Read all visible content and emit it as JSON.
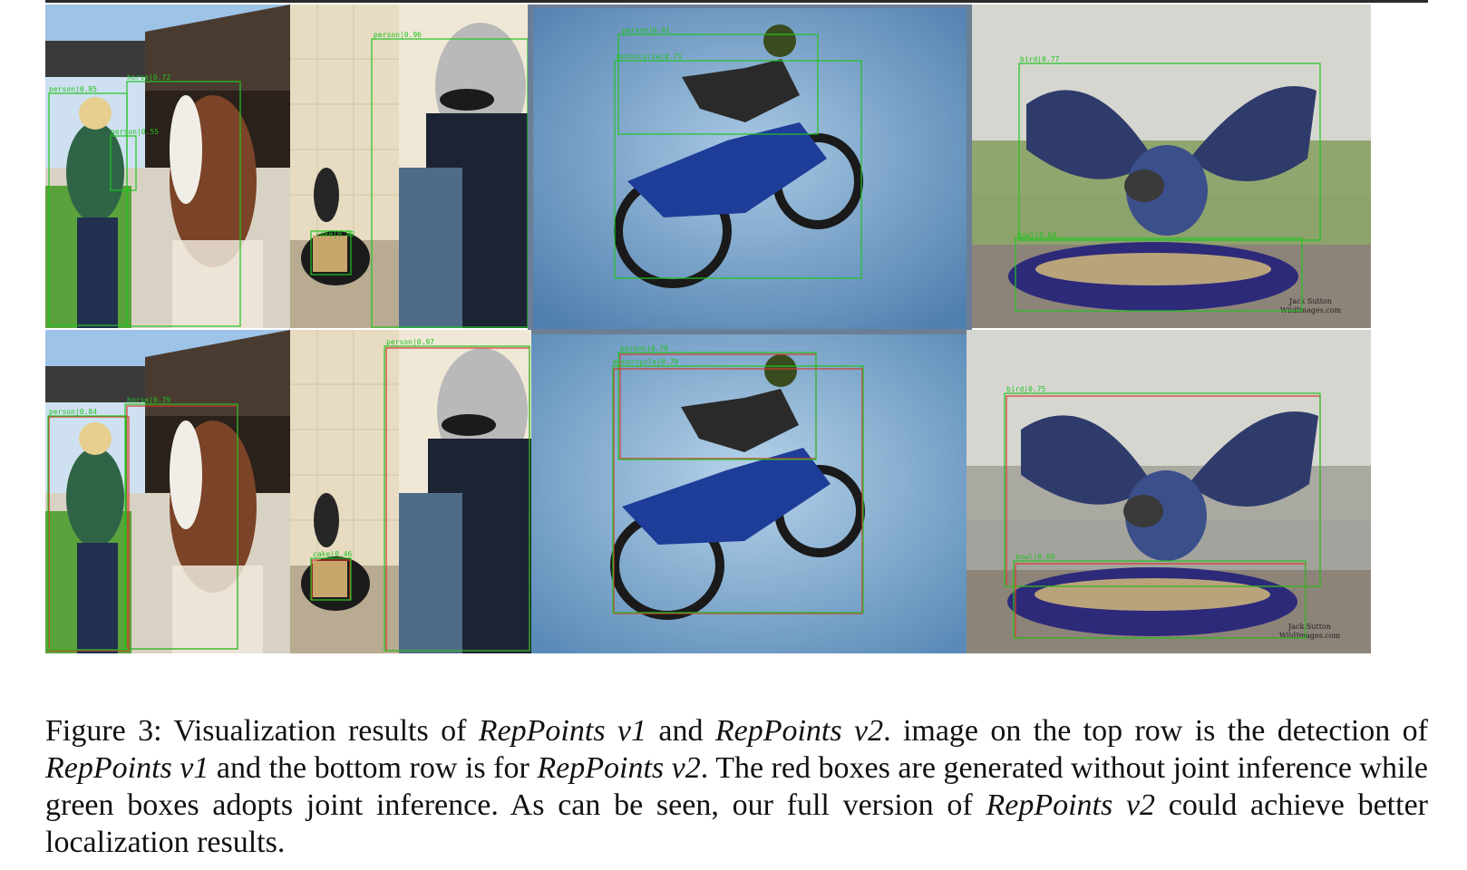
{
  "figure": {
    "panels": [
      {
        "row": "top",
        "scene": "horse",
        "detections": [
          {
            "label": "horse|0.72",
            "color": "green"
          },
          {
            "label": "person|0.85",
            "color": "green"
          },
          {
            "label": "person|0.55",
            "color": "green"
          }
        ]
      },
      {
        "row": "top",
        "scene": "kitchen",
        "detections": [
          {
            "label": "person|0.96",
            "color": "green"
          },
          {
            "label": "cake|0.83",
            "color": "green"
          }
        ]
      },
      {
        "row": "top",
        "scene": "motocross",
        "detections": [
          {
            "label": "person|0.81",
            "color": "green"
          },
          {
            "label": "motorcycle|0.71",
            "color": "green"
          }
        ]
      },
      {
        "row": "top",
        "scene": "bird",
        "detections": [
          {
            "label": "bird|0.77",
            "color": "green"
          },
          {
            "label": "bowl|0.64",
            "color": "green"
          }
        ]
      },
      {
        "row": "bottom",
        "scene": "horse",
        "detections": [
          {
            "label": "horse|0.79",
            "color": "green"
          },
          {
            "label": "person|0.84",
            "color": "green"
          }
        ]
      },
      {
        "row": "bottom",
        "scene": "kitchen",
        "detections": [
          {
            "label": "person|0.97",
            "color": "green"
          },
          {
            "label": "cake|0.46",
            "color": "green"
          }
        ]
      },
      {
        "row": "bottom",
        "scene": "motocross",
        "detections": [
          {
            "label": "person|0.79",
            "color": "green"
          },
          {
            "label": "motorcycle|0.79",
            "color": "green"
          }
        ]
      },
      {
        "row": "bottom",
        "scene": "bird",
        "detections": [
          {
            "label": "bird|0.75",
            "color": "green"
          },
          {
            "label": "bowl|0.60",
            "color": "green"
          }
        ]
      }
    ],
    "watermark": "Jack Sutton\nWildImages.com",
    "colors": {
      "green": "#22c322",
      "red": "#d43a2f"
    }
  },
  "caption": {
    "part1": "Figure 3:  Visualization results of ",
    "em1": "RepPoints v1",
    "part2": " and ",
    "em2": "RepPoints v2",
    "part3": ".  image on the top row is the detection of ",
    "em3": "RepPoints v1",
    "part4": " and the bottom row is for ",
    "em4": "RepPoints v2",
    "part5": ".  The red boxes are generated without joint inference while green boxes adopts joint inference. As can be seen, our full version of ",
    "em5": "RepPoints v2",
    "part6": " could achieve better localization results."
  }
}
